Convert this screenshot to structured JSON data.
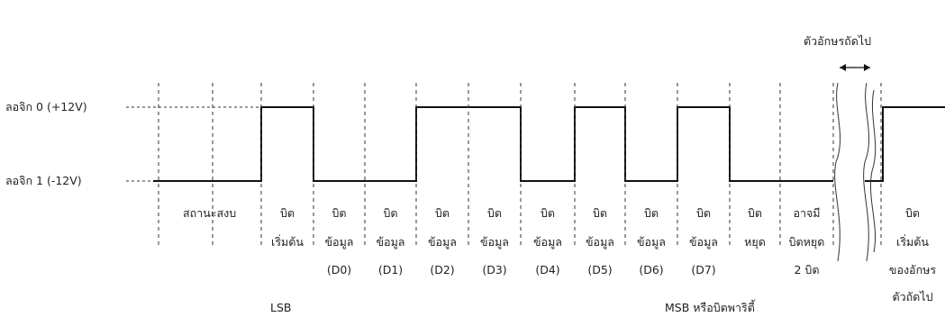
{
  "levels": {
    "logic0": "ลอจิก 0 (+12V)",
    "logic1": "ลอจิก 1 (-12V)"
  },
  "idle_label": "สถานะสงบ",
  "bit_cells": [
    {
      "lines": [
        "บิต",
        "เริ่มต้น"
      ]
    },
    {
      "lines": [
        "บิต",
        "ข้อมูล",
        "(D0)"
      ]
    },
    {
      "lines": [
        "บิต",
        "ข้อมูล",
        "(D1)"
      ]
    },
    {
      "lines": [
        "บิต",
        "ข้อมูล",
        "(D2)"
      ]
    },
    {
      "lines": [
        "บิต",
        "ข้อมูล",
        "(D3)"
      ]
    },
    {
      "lines": [
        "บิต",
        "ข้อมูล",
        "(D4)"
      ]
    },
    {
      "lines": [
        "บิต",
        "ข้อมูล",
        "(D5)"
      ]
    },
    {
      "lines": [
        "บิต",
        "ข้อมูล",
        "(D6)"
      ]
    },
    {
      "lines": [
        "บิต",
        "ข้อมูล",
        "(D7)"
      ]
    },
    {
      "lines": [
        "บิต",
        "หยุด"
      ]
    },
    {
      "lines": [
        "อาจมี",
        "บิตหยุด",
        "2 บิต"
      ]
    }
  ],
  "next_cell": {
    "lines": [
      "บิต",
      "เริ่มต้น",
      "ของอักษร",
      "ตัวถัดไป"
    ]
  },
  "wait_label": [
    "",
    "ตัวอักษรถัดไป"
  ],
  "lsb_label": "LSB",
  "msb_label": "MSB หรือบิตพาริตี้"
}
